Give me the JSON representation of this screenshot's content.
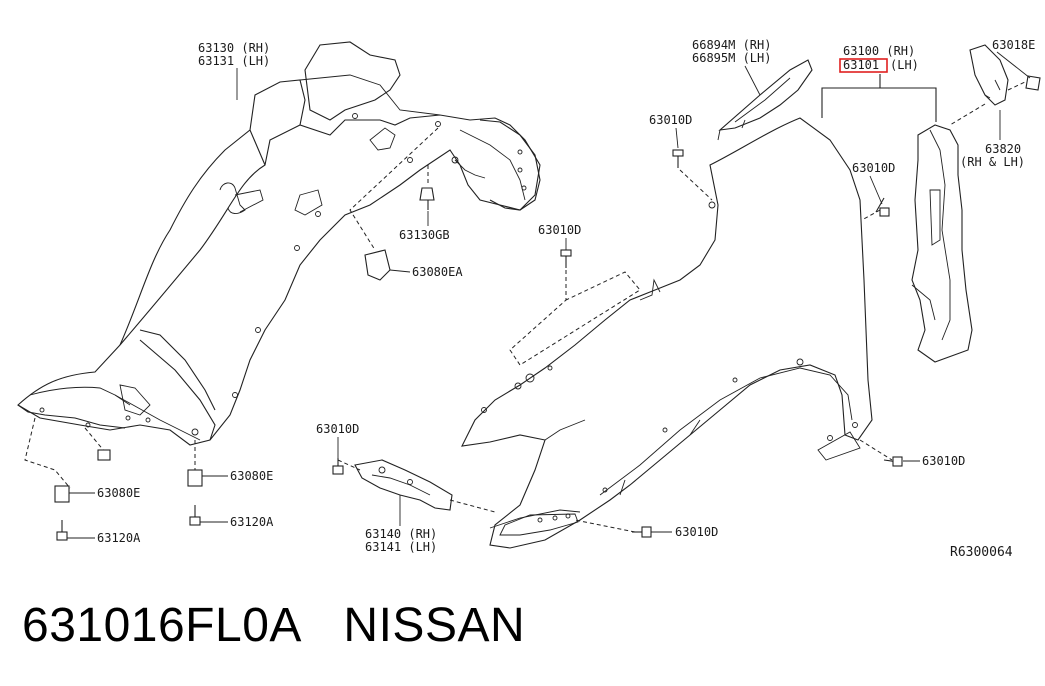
{
  "labels": {
    "p63130": "63130 (RH)",
    "p63131": "63131 (LH)",
    "p66894": "66894M (RH)",
    "p66895": "66895M (LH)",
    "p63100": "63100 (RH)",
    "p63101": "63101",
    "p63101_side": "(LH)",
    "p63018": "63018E",
    "p63010d_a": "63010D",
    "p63010d_b": "63010D",
    "p63010d_c": "63010D",
    "p63010d_d": "63010D",
    "p63010d_e": "63010D",
    "p63010d_f": "63010D",
    "p63130gb": "63130GB",
    "p63080ea": "63080EA",
    "p63820": "63820",
    "p63820_side": "(RH & LH)",
    "p63080e_l": "63080E",
    "p63080e_m": "63080E",
    "p63120a_l": "63120A",
    "p63120a_m": "63120A",
    "p63140": "63140 (RH)",
    "p63141": "63141 (LH)",
    "ref": "R6300064"
  },
  "highlight_color": "#e0201f",
  "caption": {
    "part_number": "631016FL0A",
    "brand": "NISSAN"
  }
}
